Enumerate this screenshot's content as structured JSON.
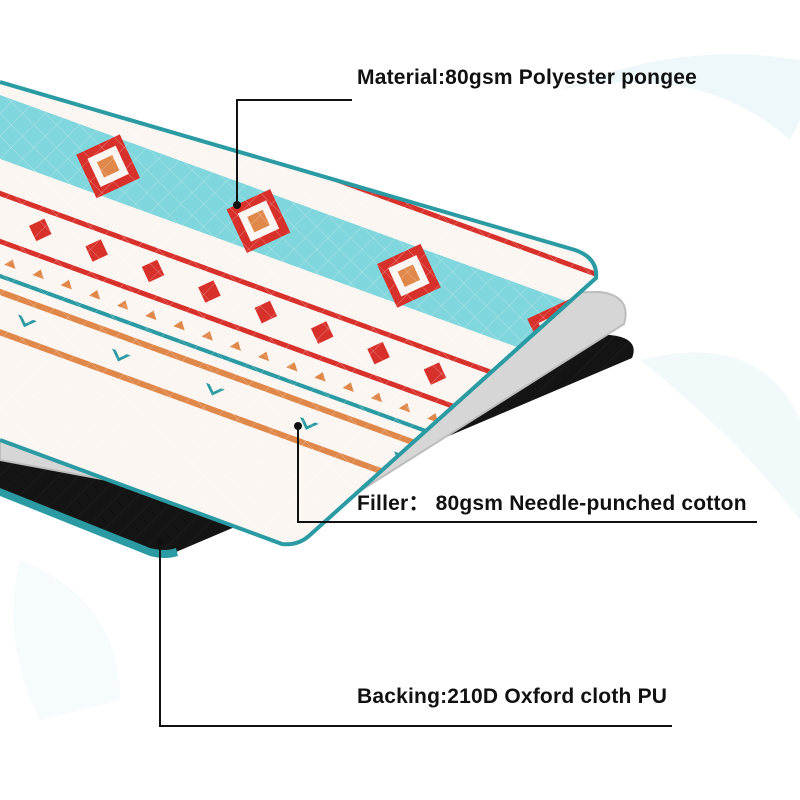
{
  "labels": {
    "material": "Material:80gsm Polyester pongee",
    "filler": "Filler： 80gsm Needle-punched cotton",
    "backing": "Backing:210D Oxford cloth PU"
  },
  "colors": {
    "teal": "#2a9aa3",
    "light_aqua": "#7fd6dc",
    "red": "#d8312c",
    "orange": "#e0874a",
    "cream": "#fbf6f1",
    "filler_gray": "#d6d6d6",
    "backing_black": "#141414",
    "leader_line": "#111111"
  }
}
